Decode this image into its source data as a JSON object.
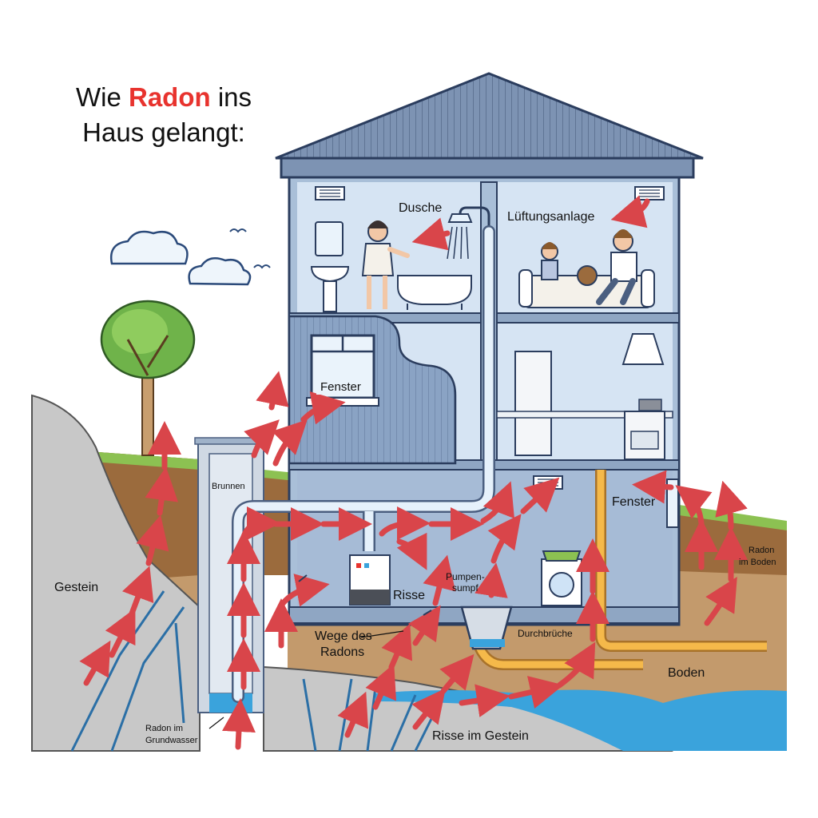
{
  "title": {
    "prefix": "Wie",
    "highlight": "Radon",
    "suffix": "ins",
    "line2": "Haus gelangt:",
    "highlight_color": "#e8332e"
  },
  "labels": {
    "dusche": "Dusche",
    "lueftungsanlage": "Lüftungsanlage",
    "fenster_upper": "Fenster",
    "fenster_lower": "Fenster",
    "brunnen": "Brunnen",
    "gestein": "Gestein",
    "risse": "Risse",
    "pumpensumpf_1": "Pumpen-",
    "pumpensumpf_2": "sumpf",
    "wege_1": "Wege des",
    "wege_2": "Radons",
    "durchbrueche": "Durchbrüche",
    "boden": "Boden",
    "radon_boden_1": "Radon",
    "radon_boden_2": "im Boden",
    "radon_grund_1": "Radon im",
    "radon_grund_2": "Grundwasser",
    "risse_gestein": "Risse im Gestein"
  },
  "colors": {
    "radon_arrow": "#d9454a",
    "house_wall": "#a9bfd8",
    "room_fill": "#d6e4f3",
    "roof": "#7d93b3",
    "soil": "#c39a6c",
    "soil_dark": "#9b6b3d",
    "grass": "#8cc152",
    "rock": "#c8c8c8",
    "water": "#3aa3dc",
    "pipe_water": "#e6f1fb",
    "pipe_drain": "#f5b94a"
  },
  "icons": [
    "cloud-icon",
    "bird-icon",
    "tree-icon",
    "shower-icon",
    "vent-icon",
    "window-icon",
    "washing-machine-icon",
    "boiler-icon",
    "stove-icon",
    "fridge-icon",
    "range-hood-icon",
    "sofa-icon",
    "person-icon",
    "bathtub-icon",
    "sink-icon",
    "mirror-icon"
  ]
}
